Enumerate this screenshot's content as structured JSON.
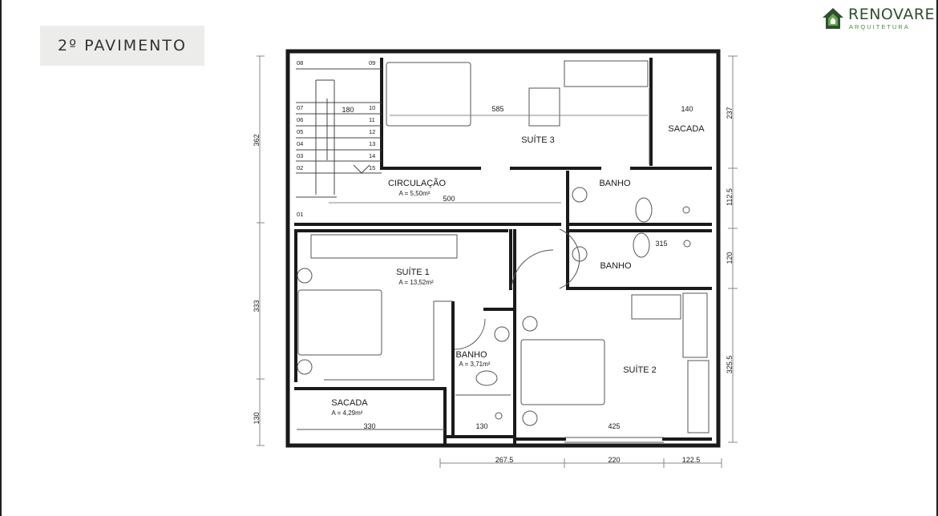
{
  "title": "2º PAVIMENTO",
  "brand": {
    "name": "RENOVARE",
    "tagline": "ARQUITETURA",
    "colors": {
      "dark": "#2f4f2f",
      "green": "#4a8d3a"
    }
  },
  "rooms": [
    {
      "id": "suite-3",
      "name": "SUÍTE 3",
      "area": ""
    },
    {
      "id": "sacada-top",
      "name": "SACADA",
      "area": ""
    },
    {
      "id": "circulacao",
      "name": "CIRCULAÇÃO",
      "area": "A = 5,50m²"
    },
    {
      "id": "banho-top",
      "name": "BANHO",
      "area": ""
    },
    {
      "id": "banho-mid",
      "name": "BANHO",
      "area": ""
    },
    {
      "id": "suite-1",
      "name": "SUÍTE 1",
      "area": "A = 13,52m²"
    },
    {
      "id": "banho-small",
      "name": "BANHO",
      "area": "A = 3,71m²"
    },
    {
      "id": "suite-2",
      "name": "SUÍTE 2",
      "area": ""
    },
    {
      "id": "sacada-bottom",
      "name": "SACADA",
      "area": "A = 4,29m²"
    }
  ],
  "dimensions": {
    "left": [
      "362",
      "333",
      "130"
    ],
    "right": [
      "237",
      "112.5",
      "120",
      "325.5"
    ],
    "bottom": [
      "267.5",
      "220",
      "122.5"
    ],
    "interior": [
      "585",
      "140",
      "180",
      "500",
      "315",
      "330",
      "130",
      "425"
    ]
  },
  "stairs": {
    "left_steps": [
      "08",
      "07",
      "06",
      "05",
      "04",
      "03",
      "02",
      "01"
    ],
    "right_steps": [
      "09",
      "10",
      "11",
      "12",
      "13",
      "14",
      "15"
    ]
  }
}
